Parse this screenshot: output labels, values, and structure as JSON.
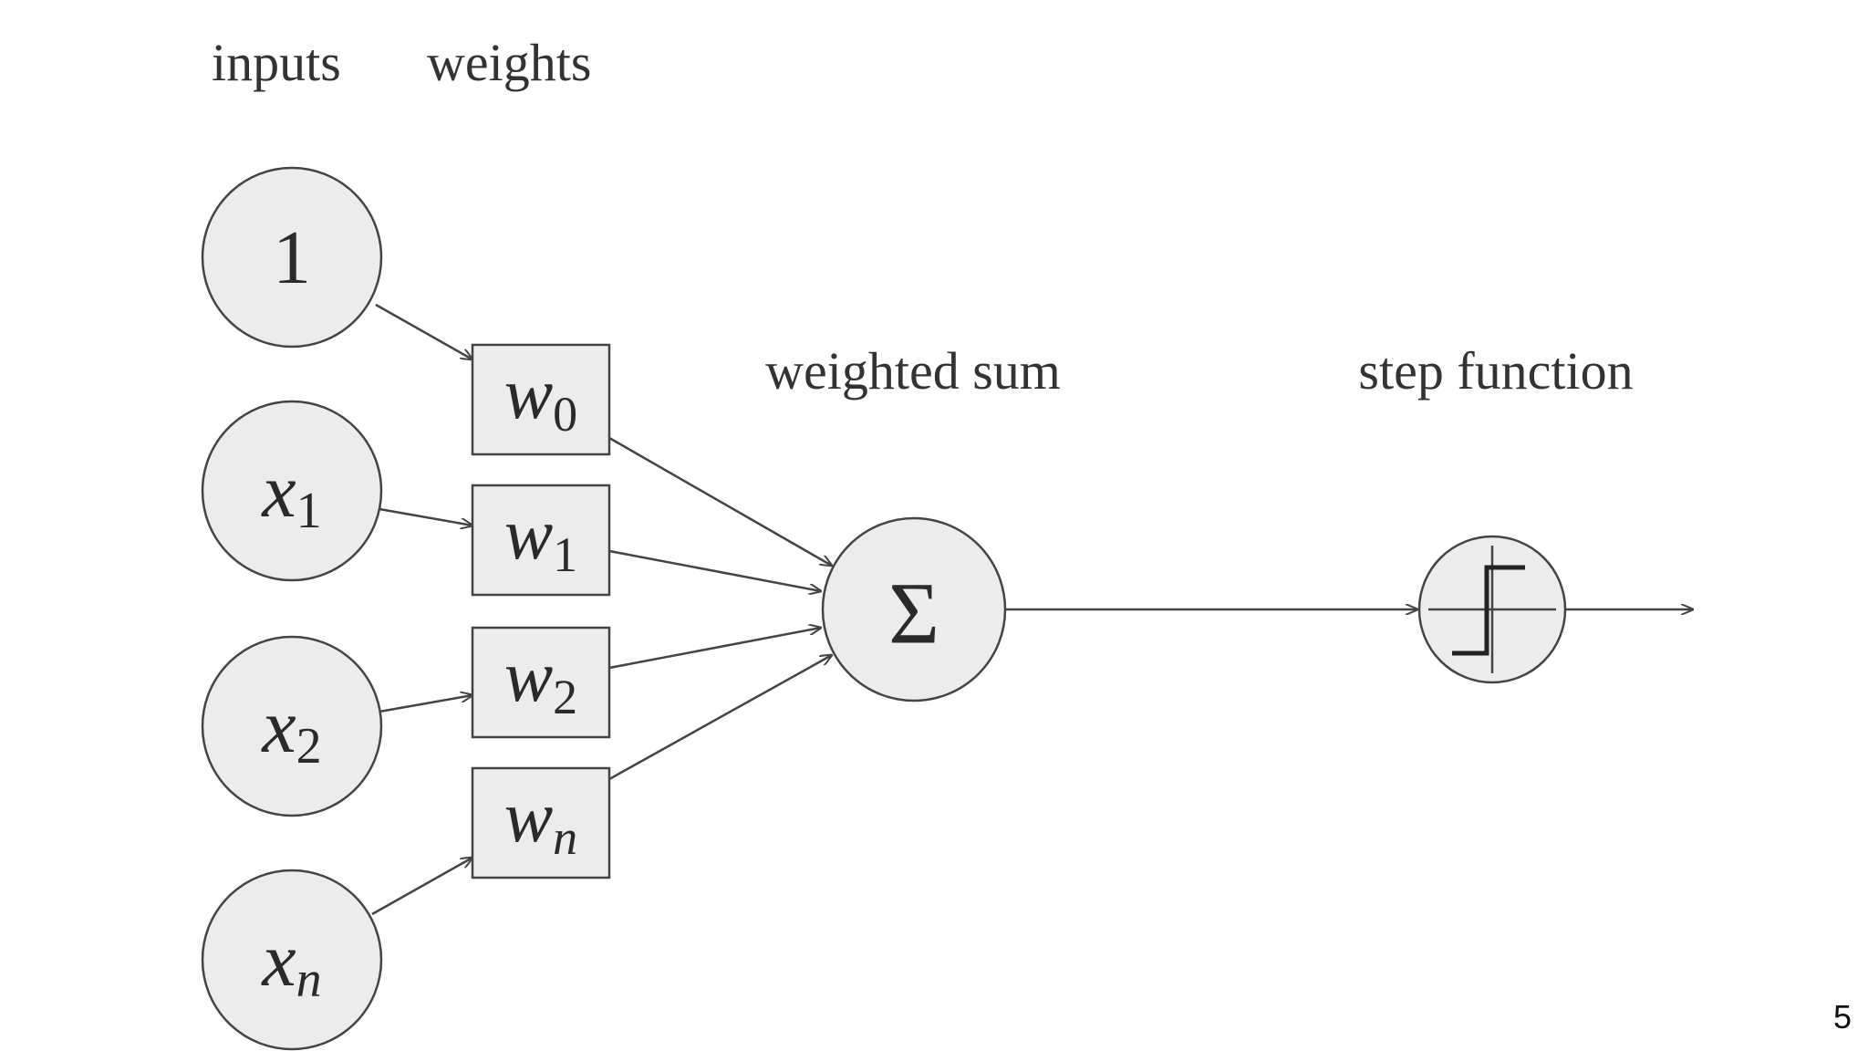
{
  "header": {
    "inputs_label": "inputs",
    "weights_label": "weights"
  },
  "labels": {
    "weighted_sum": "weighted sum",
    "step_function": "step function"
  },
  "inputs": [
    {
      "base": "1",
      "sub": ""
    },
    {
      "base": "x",
      "sub": "1"
    },
    {
      "base": "x",
      "sub": "2"
    },
    {
      "base": "x",
      "sub": "n"
    }
  ],
  "weights": [
    {
      "base": "w",
      "sub": "0"
    },
    {
      "base": "w",
      "sub": "1"
    },
    {
      "base": "w",
      "sub": "2"
    },
    {
      "base": "w",
      "sub": "n"
    }
  ],
  "sum_symbol": "Σ",
  "page_number": "5",
  "colors": {
    "node_fill": "#ececec",
    "stroke": "#444444",
    "text": "#2a2a2a"
  }
}
